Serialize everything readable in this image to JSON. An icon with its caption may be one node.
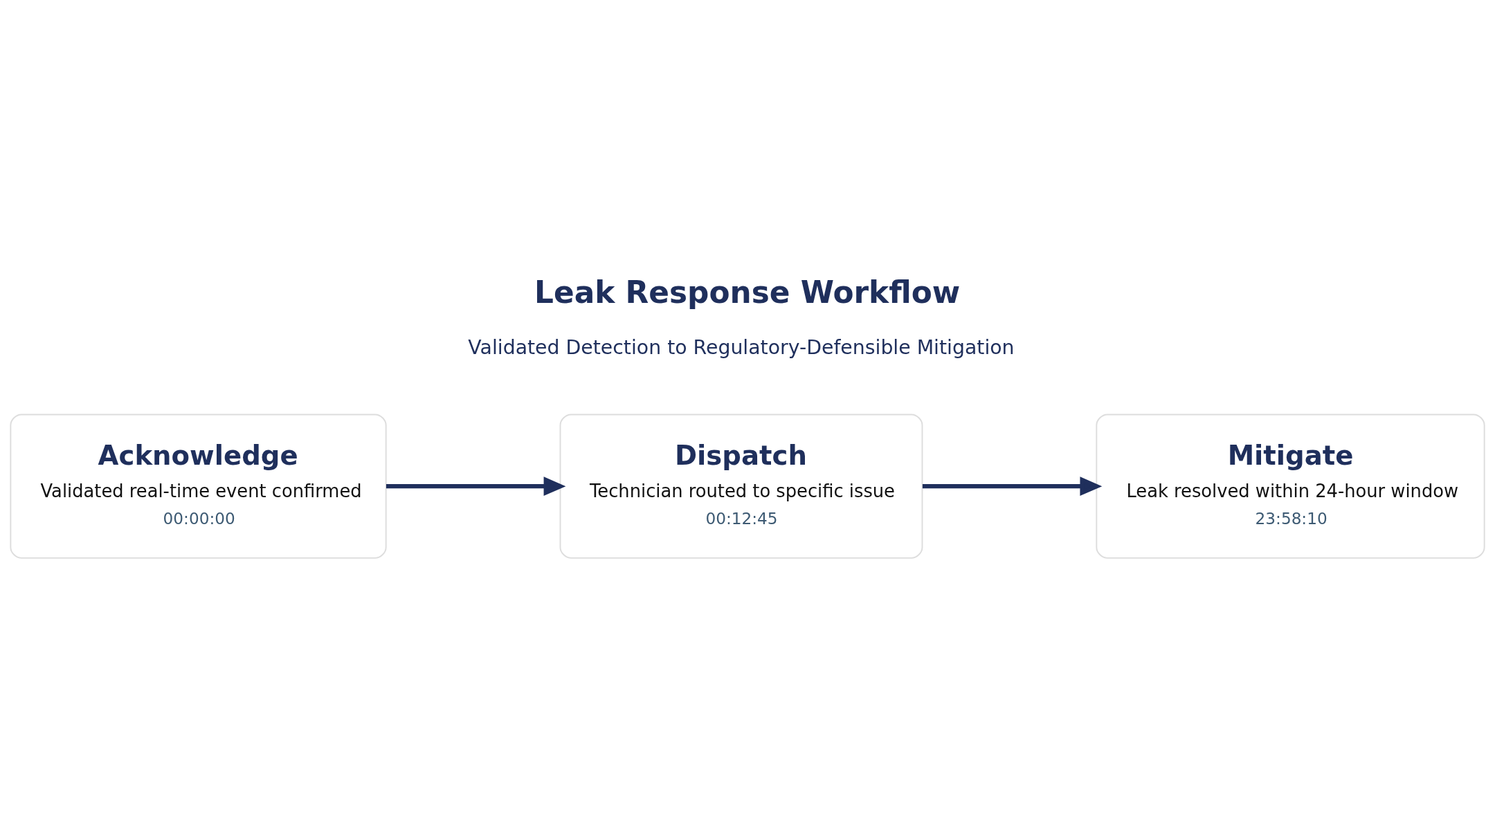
{
  "diagram": {
    "title": "Leak Response Workflow",
    "nodes": [
      {
        "text": [
          "Acknowledge",
          "Validated real-time event confirmed",
          "00:00:00"
        ]
      },
      {
        "text": [
          "Dispatch",
          "Technician routed to specific issue",
          "00:12:45"
        ]
      },
      {
        "text": [
          "Mitigate",
          "Leak resolved within 24-hour window",
          "23:58:10"
        ]
      }
    ],
    "edges": [
      {
        "from": 0,
        "to": 1,
        "arrow": "to"
      },
      {
        "from": 1,
        "to": 2,
        "arrow": "to"
      }
    ],
    "labels": [
      "Validated Detection to Regulatory-Defensible Mitigation"
    ]
  }
}
